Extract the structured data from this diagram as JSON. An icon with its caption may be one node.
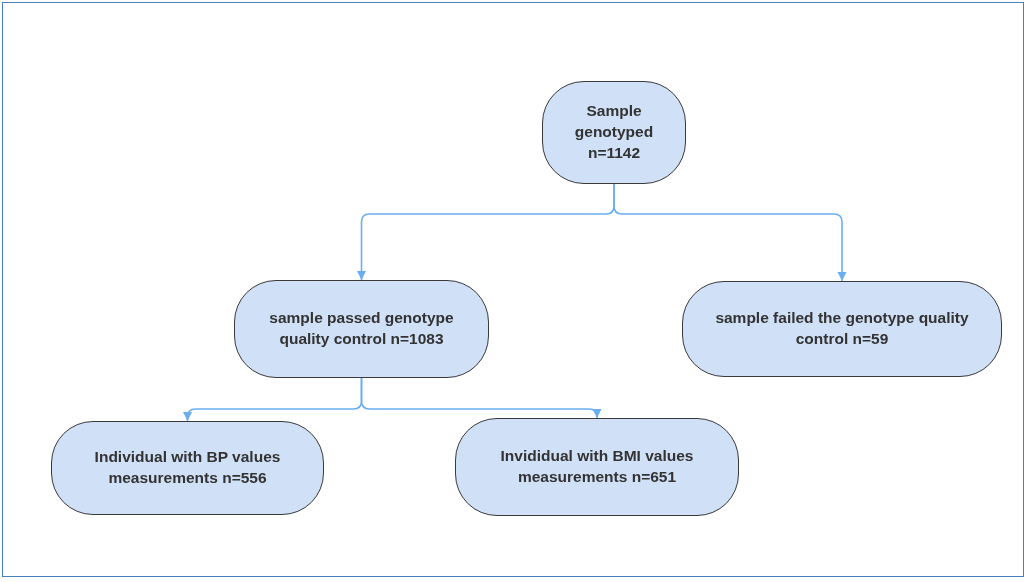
{
  "diagram": {
    "nodes": [
      {
        "text": [
          "Sample genotyped n=1142"
        ]
      },
      {
        "text": [
          "sample passed genotype quality control n=1083"
        ]
      },
      {
        "text": [
          "sample failed the genotype quality control n=59"
        ]
      },
      {
        "text": [
          "Individual with BP values measurements n=556"
        ]
      },
      {
        "text": [
          "Invididual with BMI values measurements n=651"
        ]
      }
    ],
    "edges": [
      {
        "from": 0,
        "to": 1,
        "arrow": "to"
      },
      {
        "from": 0,
        "to": 2,
        "arrow": "to"
      },
      {
        "from": 1,
        "to": 3,
        "arrow": "to"
      },
      {
        "from": 1,
        "to": 4,
        "arrow": "to"
      }
    ]
  }
}
